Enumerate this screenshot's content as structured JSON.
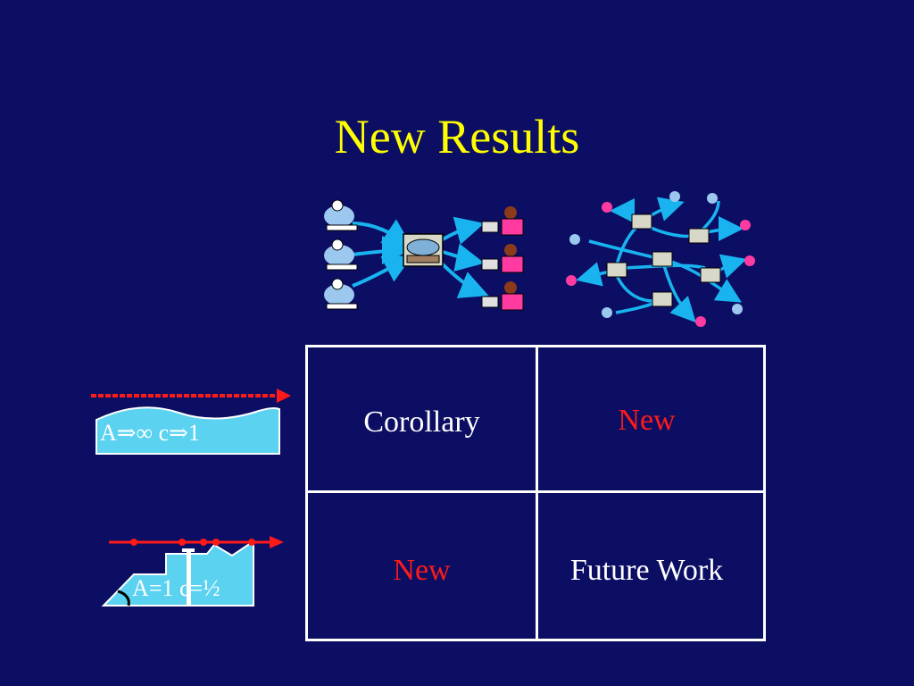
{
  "slide": {
    "title": "New Results",
    "table": {
      "r1c1": "Corollary",
      "r1c2": "New",
      "r2c1": "New",
      "r2c2": "Future Work"
    },
    "upper_formula": "A⇒∞   c⇒1",
    "lower_formula": "A=1 c=½",
    "colors": {
      "background": "#0b0e63",
      "title": "#ffff00",
      "highlight": "#ff1a1a",
      "arrow": "#19b4f0",
      "panel": "#5ad2f0"
    }
  }
}
